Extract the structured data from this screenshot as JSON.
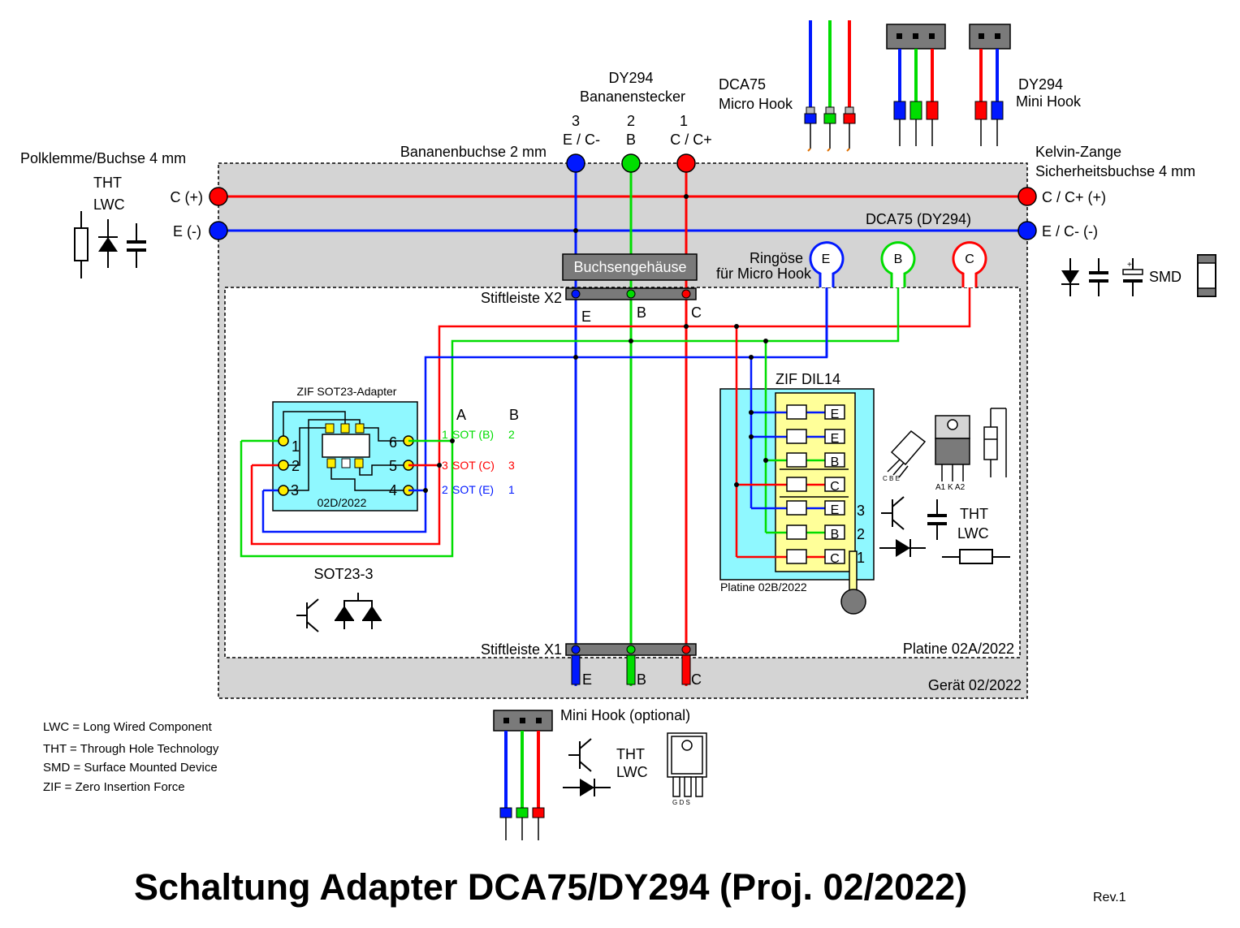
{
  "title": "Schaltung Adapter DCA75/DY294 (Proj. 02/2022)",
  "revision": "Rev.1",
  "colors": {
    "blue": "#0018ff",
    "green": "#00dd00",
    "red": "#ff0000",
    "gray": "#d4d4d4",
    "cyan": "#8ff8ff",
    "yellow": "#ffff99",
    "darkgray": "#7a7a7a"
  },
  "top": {
    "dy294_title": "DY294",
    "dy294_subtitle": "Bananenstecker",
    "pin3_num": "3",
    "pin3_name": "E / C-",
    "pin2_num": "2",
    "pin2_name": "B",
    "pin1_num": "1",
    "pin1_name": "C / C+",
    "banana_socket": "Bananenbuchse 2 mm",
    "dca75_title": "DCA75",
    "dca75_subtitle": "Micro Hook",
    "dy294_minihook_title": "DY294",
    "dy294_minihook_subtitle": "Mini Hook"
  },
  "left": {
    "polklemme": "Polklemme/Buchse 4 mm",
    "tht": "THT",
    "lwc": "LWC",
    "c_plus": "C (+)",
    "e_minus": "E (-)"
  },
  "right": {
    "kelvin": "Kelvin-Zange",
    "safety_socket": "Sicherheitsbuchse 4 mm",
    "c_plus": "C / C+ (+)",
    "e_minus": "E / C- (-)",
    "dca75_dy294": "DCA75 (DY294)",
    "smd": "SMD"
  },
  "housing": {
    "buchsengehaeuse": "Buchsengehäuse",
    "ringoese": "Ringöse",
    "fuer_micro_hook": "für Micro Hook",
    "ring_e": "E",
    "ring_b": "B",
    "ring_c": "C",
    "stiftleiste_x2": "Stiftleiste X2",
    "stiftleiste_x1": "Stiftleiste X1",
    "x2_e": "E",
    "x2_b": "B",
    "x2_c": "C",
    "x1_e": "E",
    "x1_b": "B",
    "x1_c": "C",
    "platine_02a": "Platine 02A/2022",
    "geraet": "Gerät 02/2022"
  },
  "sot23": {
    "adapter_title": "ZIF SOT23-Adapter",
    "pin1": "1",
    "pin2": "2",
    "pin3": "3",
    "pin4": "4",
    "pin5": "5",
    "pin6": "6",
    "board": "02D/2022",
    "col_a": "A",
    "col_b": "B",
    "row1_a": "1",
    "row1_label": "SOT (B)",
    "row1_b": "2",
    "row2_a": "3",
    "row2_label": "SOT (C)",
    "row2_b": "3",
    "row3_a": "2",
    "row3_label": "SOT (E)",
    "row3_b": "1",
    "package": "SOT23-3"
  },
  "dil14": {
    "title": "ZIF DIL14",
    "labels": [
      "E",
      "E",
      "B",
      "C",
      "E",
      "B",
      "C"
    ],
    "num3": "3",
    "num2": "2",
    "num1": "1",
    "board": "Platine 02B/2022",
    "tht": "THT",
    "lwc": "LWC",
    "to92_pins": "C B E",
    "to220_pins": "A1 K A2"
  },
  "bottom": {
    "mini_hook_optional": "Mini Hook (optional)",
    "tht": "THT",
    "lwc": "LWC",
    "gds": "G D S"
  },
  "legend": [
    "LWC = Long Wired Component",
    "THT = Through Hole Technology",
    "SMD = Surface Mounted Device",
    "ZIF = Zero Insertion Force"
  ]
}
